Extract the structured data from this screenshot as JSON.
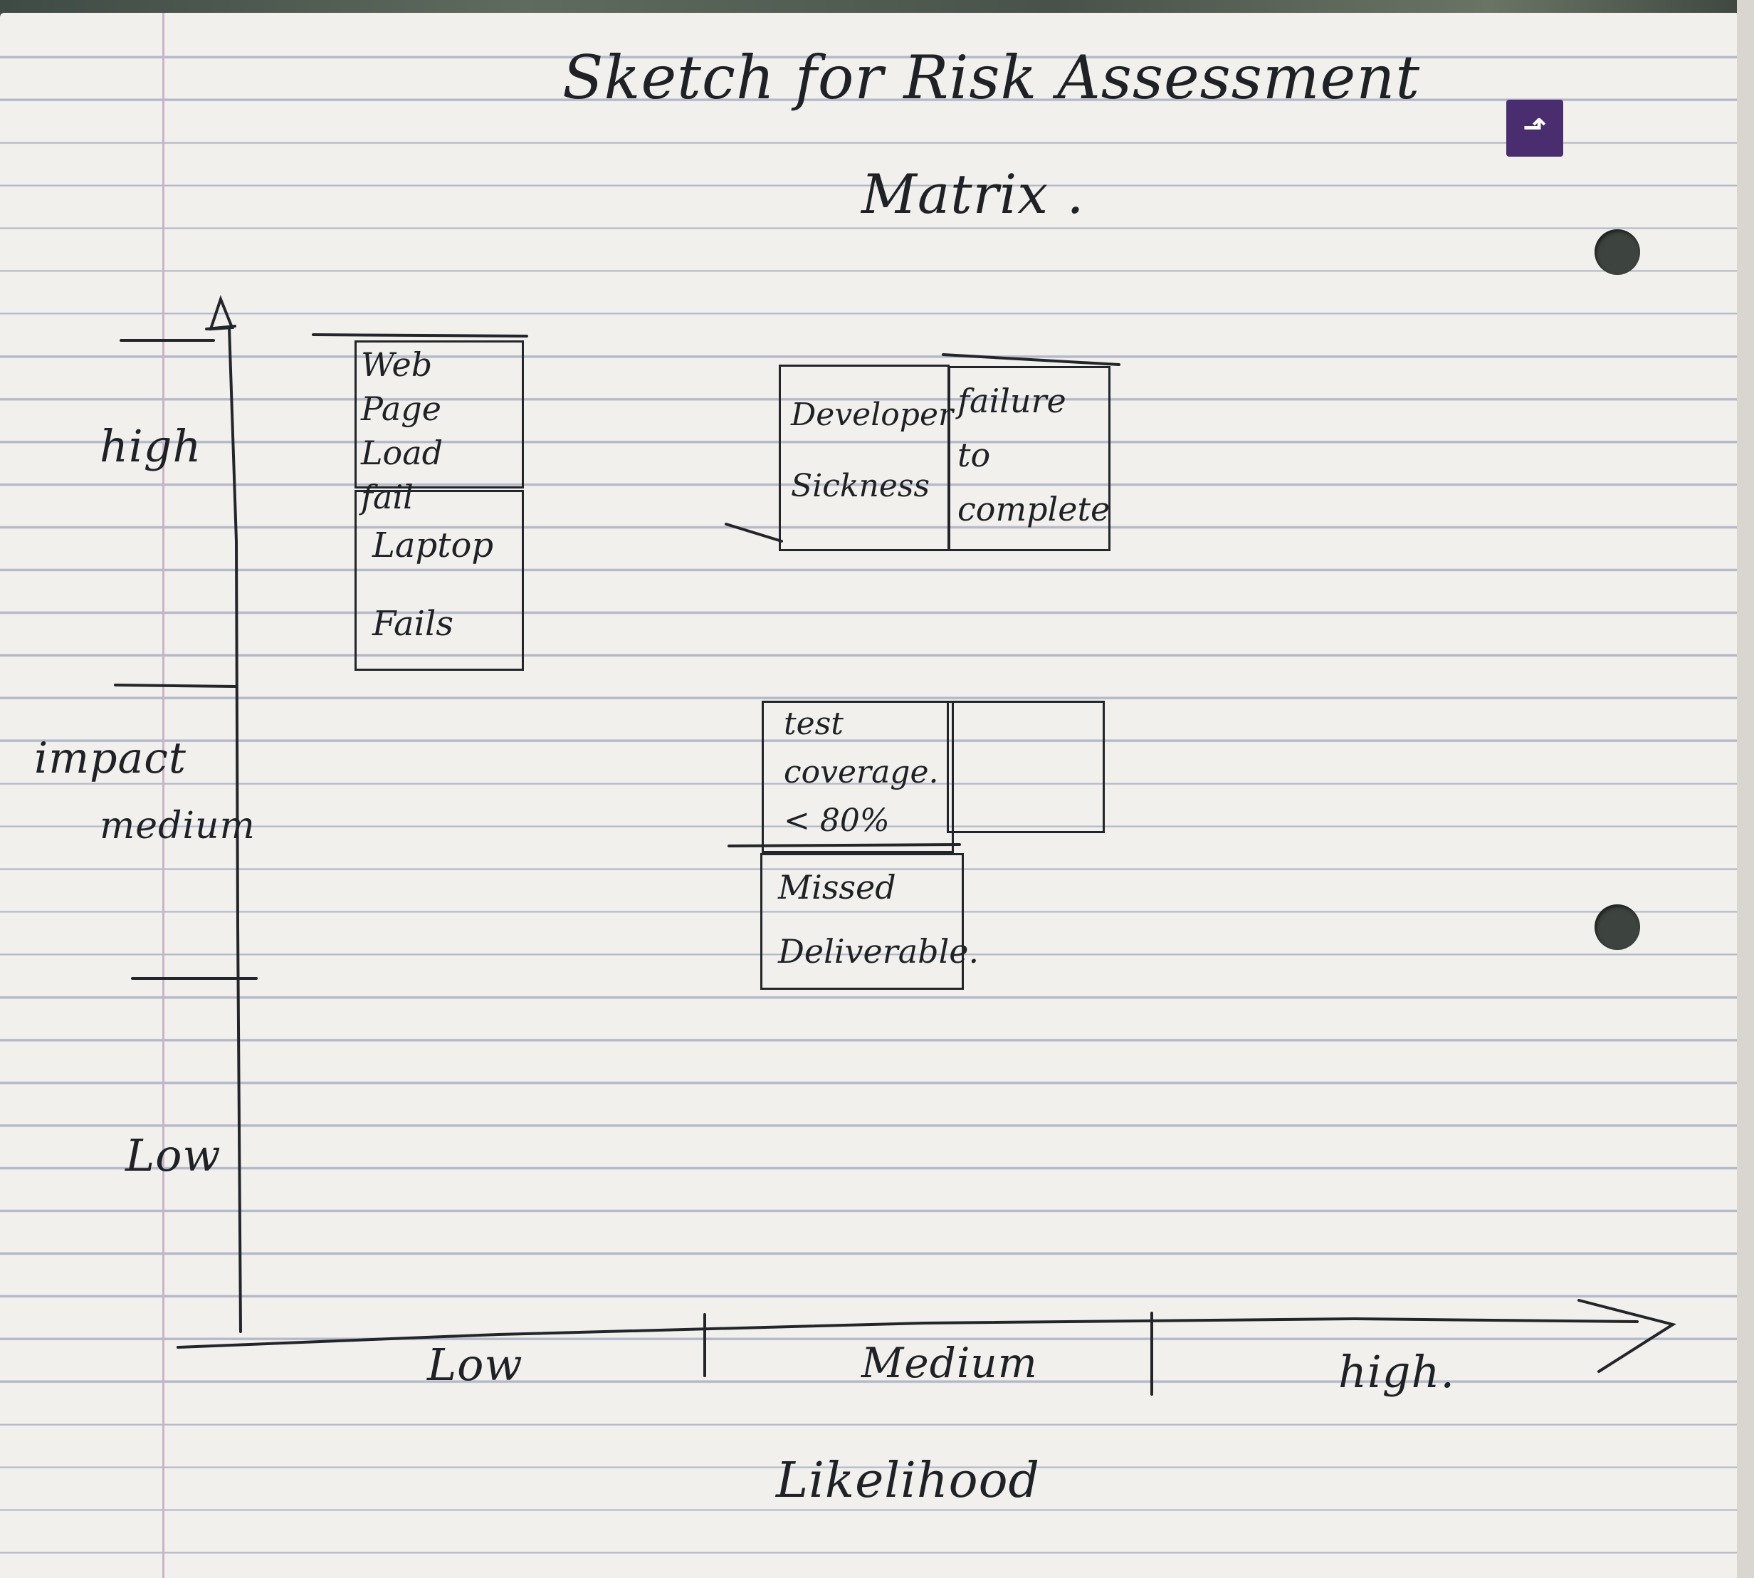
{
  "sketch": {
    "title_line1": "Sketch for Risk Assessment",
    "title_line2": "Matrix ."
  },
  "y_axis": {
    "label": "impact",
    "levels": {
      "high": "high",
      "medium": "medium",
      "low": "Low"
    }
  },
  "x_axis": {
    "label": "Likelihood",
    "levels": {
      "low": "Low",
      "medium": "Medium",
      "high": "high."
    }
  },
  "risks": [
    {
      "text": "Web Page\nLoad\nfail",
      "impact": "high",
      "likelihood": "low"
    },
    {
      "text": "Laptop\nFails",
      "impact": "high",
      "likelihood": "low"
    },
    {
      "text": "Developer\nSickness",
      "impact": "high",
      "likelihood": "medium"
    },
    {
      "text": "failure\nto\ncomplete",
      "impact": "high",
      "likelihood": "medium"
    },
    {
      "text": "test\ncoverage.\n< 80%",
      "impact": "medium",
      "likelihood": "medium"
    },
    {
      "text": "Missed\nDeliverable.",
      "impact": "medium",
      "likelihood": "medium"
    }
  ],
  "colors": {
    "ink": "#1e2126",
    "paper": "#f1f0ec",
    "rule_lines": "#b4b8c9",
    "margin": "#c9b3c8",
    "logo": "#4a2d6e"
  },
  "icons": {
    "corner_logo": "hook-arrow-icon"
  }
}
